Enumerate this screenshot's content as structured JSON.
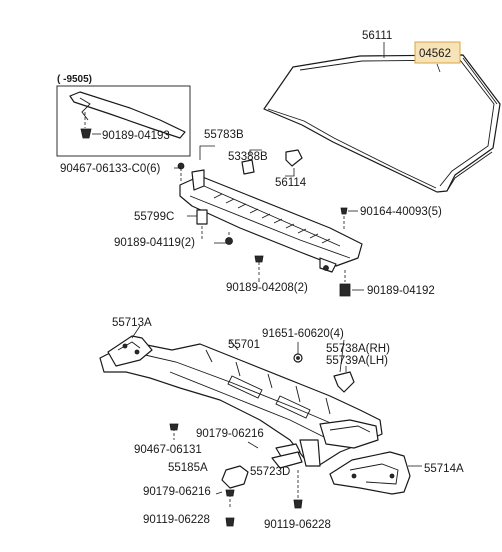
{
  "labels": {
    "p56111": "56111",
    "p04562": "04562",
    "inset_range": "(      -9505)",
    "p90189_04193": "90189-04193",
    "p90467_06133": "90467-06133-C0(6)",
    "p55783B": "55783B",
    "p53388B": "53388B",
    "p56114": "56114",
    "p55799C": "55799C",
    "p90189_04119": "90189-04119(2)",
    "p90164_40093": "90164-40093(5)",
    "p90189_04208": "90189-04208(2)",
    "p90189_04192": "90189-04192",
    "p55713A": "55713A",
    "p91651_60620": "91651-60620(4)",
    "p55701": "55701",
    "p55738A": "55738A(RH)",
    "p55739A": "55739A(LH)",
    "p90467_06131": "90467-06131",
    "p90179_06216a": "90179-06216",
    "p55185A": "55185A",
    "p55723D": "55723D",
    "p55714A": "55714A",
    "p90179_06216b": "90179-06216",
    "p90119_06228a": "90119-06228",
    "p90119_06228b": "90119-06228"
  },
  "colors": {
    "highlight_fill": "#f6e3b8",
    "highlight_border": "#d9a441"
  }
}
